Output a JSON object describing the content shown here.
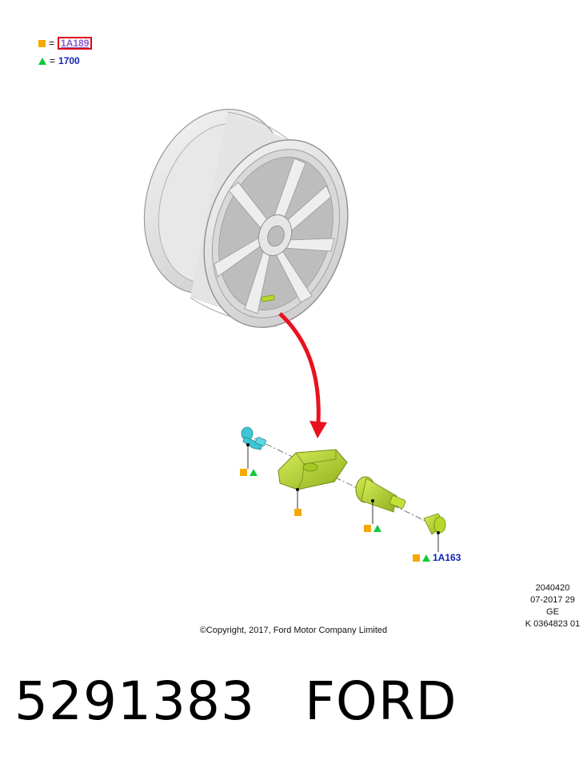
{
  "legend": [
    {
      "symbol": "square-icon",
      "equals": "=",
      "ref": "1A189",
      "link": true
    },
    {
      "symbol": "triangle-icon",
      "equals": "=",
      "ref": "1700",
      "link": false
    }
  ],
  "callouts": {
    "valve_core_ref": "1A163"
  },
  "stamp": {
    "line1": "2040420",
    "line2": "07-2017 29",
    "line3": "GE",
    "line4": "K 0364823 01"
  },
  "copyright": "©Copyright, 2017, Ford Motor Company Limited",
  "footer": {
    "part_number": "5291383",
    "brand": "FORD"
  },
  "colors": {
    "square": "#f5a800",
    "triangle": "#12c93a",
    "arrow": "#e8121e",
    "sensor": "#b5d82a",
    "bolt": "#3ec6d6",
    "wheel": "#e2e2e2"
  }
}
